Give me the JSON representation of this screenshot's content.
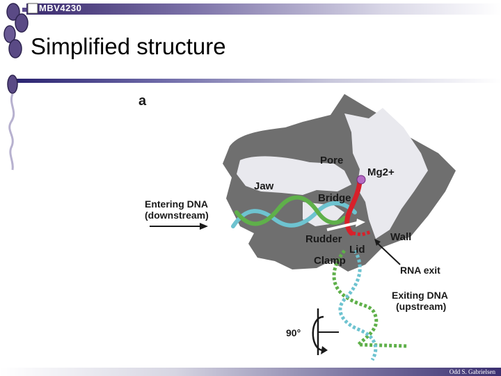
{
  "header": {
    "course_code": "MBV4230"
  },
  "slide": {
    "title": "Simplified structure"
  },
  "figure": {
    "panel_letter": "a",
    "labels": {
      "pore": "Pore",
      "mg": "Mg2+",
      "jaw": "Jaw",
      "bridge": "Bridge",
      "entering_dna_1": "Entering DNA",
      "entering_dna_2": "(downstream)",
      "rudder": "Rudder",
      "wall": "Wall",
      "lid": "Lid",
      "clamp": "Clamp",
      "rna_exit": "RNA exit",
      "exiting_dna_1": "Exiting DNA",
      "exiting_dna_2": "(upstream)",
      "rotation": "90°"
    }
  },
  "footer": {
    "author": "Odd S. Gabrielsen"
  },
  "colors": {
    "accent_dark": "#2a2370",
    "protein_dark": "#6f6f6f",
    "protein_light": "#e9e9ee",
    "dna_green": "#5fb04a",
    "dna_cyan": "#6ec3d0",
    "rna_red": "#d8202a",
    "mg_magenta": "#b56bc4"
  },
  "icons": [
    "bead-chain-icon",
    "rotation-arrow-icon"
  ]
}
